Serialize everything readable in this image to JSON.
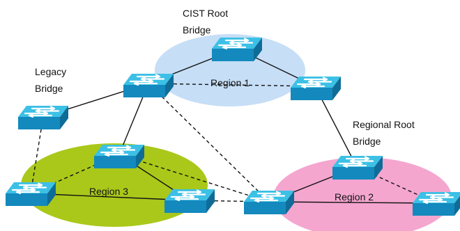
{
  "colors": {
    "region1": "#c6def6",
    "region2": "#f4a6cf",
    "region3": "#a9c81a",
    "link": "#111111",
    "switch_top": "#3cc0e6",
    "switch_front": "#1489bd",
    "switch_side": "#0f6c98",
    "arrow": "#ffffff"
  },
  "labels": {
    "cist_root_line1": "CIST Root",
    "cist_root_line2": "Bridge",
    "legacy_line1": "Legacy",
    "legacy_line2": "Bridge",
    "regional_root_line1": "Regional Root",
    "regional_root_line2": "Bridge",
    "region1": "Region 1",
    "region2": "Region 2",
    "region3": "Region 3"
  },
  "icons": {
    "switch": "switch-icon"
  },
  "switches": [
    {
      "id": "cist-root"
    },
    {
      "id": "r1-left"
    },
    {
      "id": "r1-right"
    },
    {
      "id": "legacy"
    },
    {
      "id": "r3-top"
    },
    {
      "id": "r3-left"
    },
    {
      "id": "r3-right"
    },
    {
      "id": "r2-left"
    },
    {
      "id": "r2-root"
    },
    {
      "id": "r2-right"
    }
  ],
  "links": [
    {
      "from": "cist-root",
      "to": "r1-left",
      "style": "solid"
    },
    {
      "from": "cist-root",
      "to": "r1-right",
      "style": "solid"
    },
    {
      "from": "r1-left",
      "to": "r1-right",
      "style": "dashed"
    },
    {
      "from": "r1-left",
      "to": "legacy",
      "style": "solid"
    },
    {
      "from": "r1-left",
      "to": "r3-top",
      "style": "solid"
    },
    {
      "from": "r1-left",
      "to": "r2-left",
      "style": "dashed"
    },
    {
      "from": "r1-right",
      "to": "r2-root",
      "style": "solid"
    },
    {
      "from": "legacy",
      "to": "r3-left",
      "style": "dashed"
    },
    {
      "from": "r3-top",
      "to": "r3-left",
      "style": "dashed"
    },
    {
      "from": "r3-top",
      "to": "r3-right",
      "style": "solid"
    },
    {
      "from": "r3-left",
      "to": "r3-right",
      "style": "solid"
    },
    {
      "from": "r3-right",
      "to": "r2-left",
      "style": "dashed"
    },
    {
      "from": "r3-top",
      "to": "r2-left",
      "style": "dashed"
    },
    {
      "from": "r2-left",
      "to": "r2-root",
      "style": "solid"
    },
    {
      "from": "r2-left",
      "to": "r2-right",
      "style": "solid"
    },
    {
      "from": "r2-root",
      "to": "r2-right",
      "style": "dashed"
    }
  ]
}
